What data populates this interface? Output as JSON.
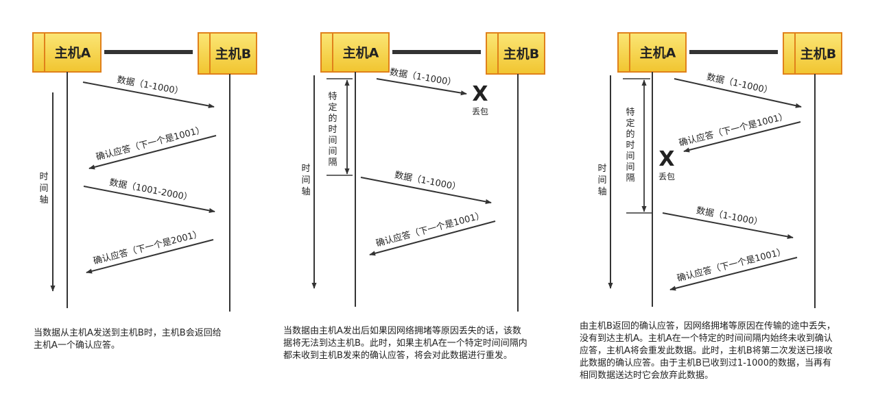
{
  "colors": {
    "box_fill_top": "#fbe676",
    "box_fill_bottom": "#f1c530",
    "box_border": "#e0801a",
    "line": "#333333"
  },
  "panels": [
    {
      "host_a": "主机A",
      "host_b": "主机B",
      "time_axis": "时间轴",
      "messages": [
        "数据（1-1000）",
        "确认应答（下一个是1001）",
        "数据（1001-2000）",
        "确认应答（下一个是2001）"
      ],
      "caption_lines": [
        "当数据从主机A发送到主机B时，主机B会返回给",
        "主机A一个确认应答。"
      ]
    },
    {
      "host_a": "主机A",
      "host_b": "主机B",
      "time_axis": "时间轴",
      "interval_label": "特定的时间间隔",
      "loss_mark": "X",
      "loss_label": "丢包",
      "messages": [
        "数据（1-1000）",
        "数据（1-1000）",
        "确认应答（下一个是1001）"
      ],
      "caption_lines": [
        "当数据由主机A发出后如果因网络拥堵等原因丢失的话，该数",
        "据将无法到达主机B。此时，如果主机A在一个特定时间间隔内",
        "都未收到主机B发来的确认应答，将会对此数据进行重发。"
      ]
    },
    {
      "host_a": "主机A",
      "host_b": "主机B",
      "time_axis": "时间轴",
      "interval_label": "特定的时间间隔",
      "loss_mark": "X",
      "loss_label": "丢包",
      "messages": [
        "数据（1-1000）",
        "确认应答（下一个是1001）",
        "数据（1-1000）",
        "确认应答（下一个是1001）"
      ],
      "caption_lines": [
        "由主机B返回的确认应答，因网络拥堵等原因在传输的途中丢失，",
        "没有到达主机A。主机A在一个特定的时间间隔内始终未收到确认",
        "应答，主机A将会重发此数据。此时，主机B将第二次发送已接收",
        "此数据的确认应答。由于主机B已收到过1-1000的数据，当再有",
        "相同数据送达时它会放弃此数据。"
      ]
    }
  ]
}
